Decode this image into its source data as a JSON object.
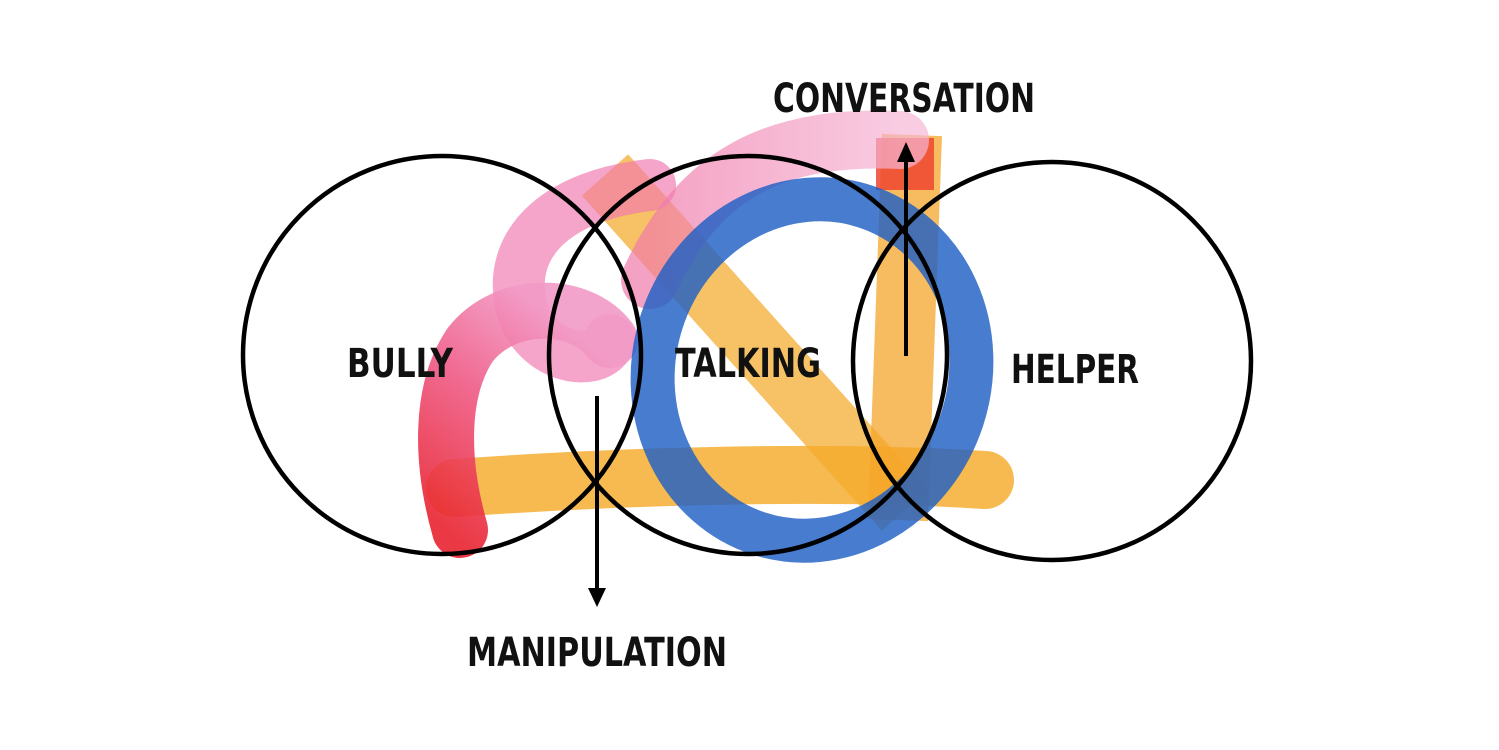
{
  "circles": {
    "left_label": "BULLY",
    "center_label": "TALKING",
    "right_label": "HELPER"
  },
  "annotations": {
    "top_label": "CONVERSATION",
    "bottom_label": "MANIPULATION"
  },
  "colors": {
    "outline": "#000000",
    "text": "#111111",
    "red_stroke": "#e8283a",
    "pink_stroke": "#ee7fb4",
    "yellow_stroke": "#f4ab2a",
    "blue_stroke": "#1f5fc4",
    "background": "#ffffff"
  }
}
